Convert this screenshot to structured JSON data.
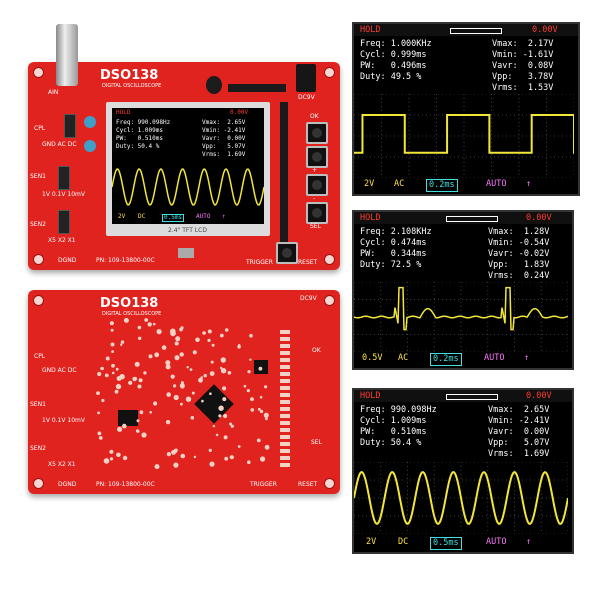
{
  "boards": {
    "assembled": {
      "logo": "DSO138",
      "logo_sub": "DIGITAL OSCILLOSCOPE",
      "labels": {
        "cpl": "CPL",
        "gnd_ac_dc": "GND AC DC",
        "sen1": "SEN1",
        "sen1_vals": "1V 0.1V 10mV",
        "sen2": "SEN2",
        "sen2_vals": "X5 X2 X1",
        "dc9v": "DC9V",
        "pn": "PN: 109-13800-00C",
        "tft": "2.4\" TFT LCD",
        "trigger": "TRIGGER",
        "reset": "RESET",
        "ok": "OK",
        "plus": "+",
        "minus": "-",
        "sel": "SEL",
        "dgnd": "DGND",
        "ain": "AIN"
      },
      "screen": {
        "hold": "HOLD",
        "volt": "0.00V",
        "left": [
          "Freq: 990.098Hz",
          "Cycl: 1.009ms",
          "PW:   0.510ms",
          "Duty: 50.4 %"
        ],
        "right": [
          "Vmax:  2.65V",
          "Vmin: -2.41V",
          "Vavr:  0.00V",
          "Vpp:   5.07V",
          "Vrms:  1.69V"
        ],
        "bottom": {
          "vdiv": "2V",
          "coupling": "DC",
          "timebase": "0.5ms",
          "mode": "AUTO",
          "edge": "↑"
        }
      }
    },
    "bare": {
      "logo": "DSO138",
      "logo_sub": "DIGITAL OSCILLOSCOPE",
      "labels": {
        "cpl": "CPL",
        "gnd_ac_dc": "GND AC DC",
        "sen1": "SEN1",
        "sen1_vals": "1V 0.1V 10mV",
        "sen2": "SEN2",
        "sen2_vals": "X5 X2 X1",
        "dc9v": "DC9V",
        "pn": "PN: 109-13800-00C",
        "ok": "OK",
        "sel": "SEL",
        "dgnd": "DGND",
        "trigger": "TRIGGER",
        "reset": "RESET"
      }
    }
  },
  "screens": [
    {
      "hold": "HOLD",
      "volt": "0.00V",
      "left": [
        "Freq: 1.000KHz",
        "Cycl: 0.999ms",
        "PW:   0.496ms",
        "Duty: 49.5 %"
      ],
      "right": [
        "Vmax:  2.17V",
        "Vmin: -1.61V",
        "Vavr:  0.08V",
        "Vpp:   3.78V",
        "Vrms:  1.53V"
      ],
      "bottom": {
        "vdiv": "2V",
        "coupling": "AC",
        "timebase": "0.2ms",
        "mode": "AUTO",
        "edge": "↑"
      },
      "wave": "square"
    },
    {
      "hold": "HOLD",
      "volt": "0.00V",
      "left": [
        "Freq: 2.108KHz",
        "Cycl: 0.474ms",
        "PW:   0.344ms",
        "Duty: 72.5 %"
      ],
      "right": [
        "Vmax:  1.28V",
        "Vmin: -0.54V",
        "Vavr: -0.02V",
        "Vpp:   1.83V",
        "Vrms:  0.24V"
      ],
      "bottom": {
        "vdiv": "0.5V",
        "coupling": "AC",
        "timebase": "0.2ms",
        "mode": "AUTO",
        "edge": "↑"
      },
      "wave": "ecg"
    },
    {
      "hold": "HOLD",
      "volt": "0.00V",
      "left": [
        "Freq: 990.098Hz",
        "Cycl: 1.009ms",
        "PW:   0.510ms",
        "Duty: 50.4 %"
      ],
      "right": [
        "Vmax:  2.65V",
        "Vmin: -2.41V",
        "Vavr:  0.00V",
        "Vpp:   5.07V",
        "Vrms:  1.69V"
      ],
      "bottom": {
        "vdiv": "2V",
        "coupling": "DC",
        "timebase": "0.5ms",
        "mode": "AUTO",
        "edge": "↑"
      },
      "wave": "sine"
    }
  ],
  "colors": {
    "pcb": "#e0231f",
    "trace": "#f2e63a",
    "hold": "#ff3a30",
    "timebase": "#40e0e0",
    "mode": "#ff77ff"
  }
}
